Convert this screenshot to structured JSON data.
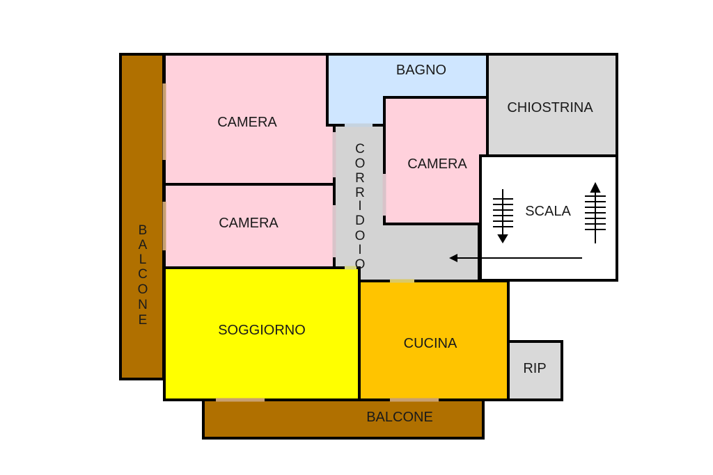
{
  "floorplan": {
    "colors": {
      "balcony": "#b07000",
      "bedroom": "#ffd1dc",
      "bathroom": "#cfe6ff",
      "light_well": "#d9d9d9",
      "corridor": "#d3d3d3",
      "living_room": "#ffff00",
      "kitchen": "#ffc400",
      "storage": "#d9d9d9",
      "wall": "#000000"
    },
    "rooms": {
      "bagno": "BAGNO",
      "chiostrina": "CHIOSTRINA",
      "camera_1": "CAMERA",
      "camera_2": "CAMERA",
      "camera_3": "CAMERA",
      "scala": "SCALA",
      "soggiorno": "SOGGIORNO",
      "cucina": "CUCINA",
      "rip": "RIP",
      "balcone_bottom": "BALCONE"
    },
    "vertical_labels": {
      "balcone_left": [
        "B",
        "A",
        "L",
        "C",
        "O",
        "N",
        "E"
      ],
      "corridoio": [
        "C",
        "O",
        "R",
        "R",
        "I",
        "D",
        "O",
        "I",
        "O"
      ]
    },
    "icons": {
      "stairs_down": "stairs-down-arrow-icon",
      "stairs_up": "stairs-up-arrow-icon",
      "entry_arrow": "entry-arrow-icon"
    }
  }
}
